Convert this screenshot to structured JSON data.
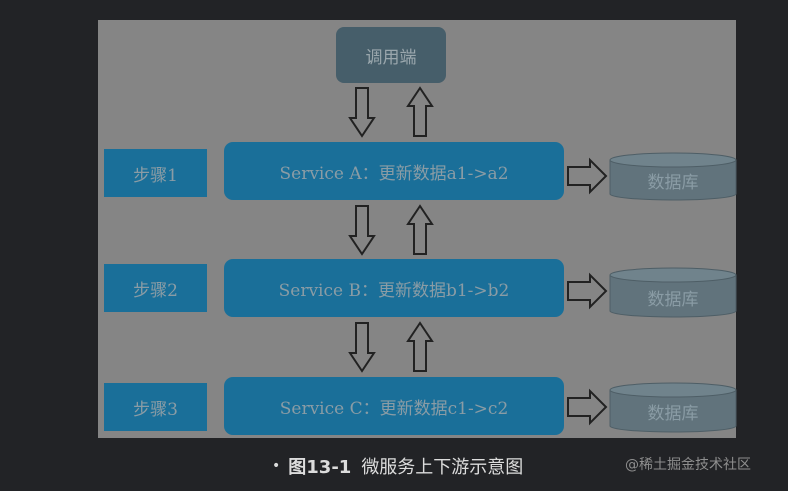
{
  "caller": "调用端",
  "steps": [
    {
      "label": "步骤1",
      "service": "Service A：更新数据a1->a2",
      "db": "数据库"
    },
    {
      "label": "步骤2",
      "service": "Service B：更新数据b1->b2",
      "db": "数据库"
    },
    {
      "label": "步骤3",
      "service": "Service C：更新数据c1->c2",
      "db": "数据库"
    }
  ],
  "caption": {
    "bullet": "•",
    "number": "图13-1",
    "text": "微服务上下游示意图"
  },
  "watermark": "@稀土掘金技术社区",
  "colors": {
    "page_bg": "#222326",
    "panel_bg": "#858585",
    "service_fill": "#1a6f99",
    "caller_fill": "#465e6a",
    "db_fill": "#61737c"
  }
}
